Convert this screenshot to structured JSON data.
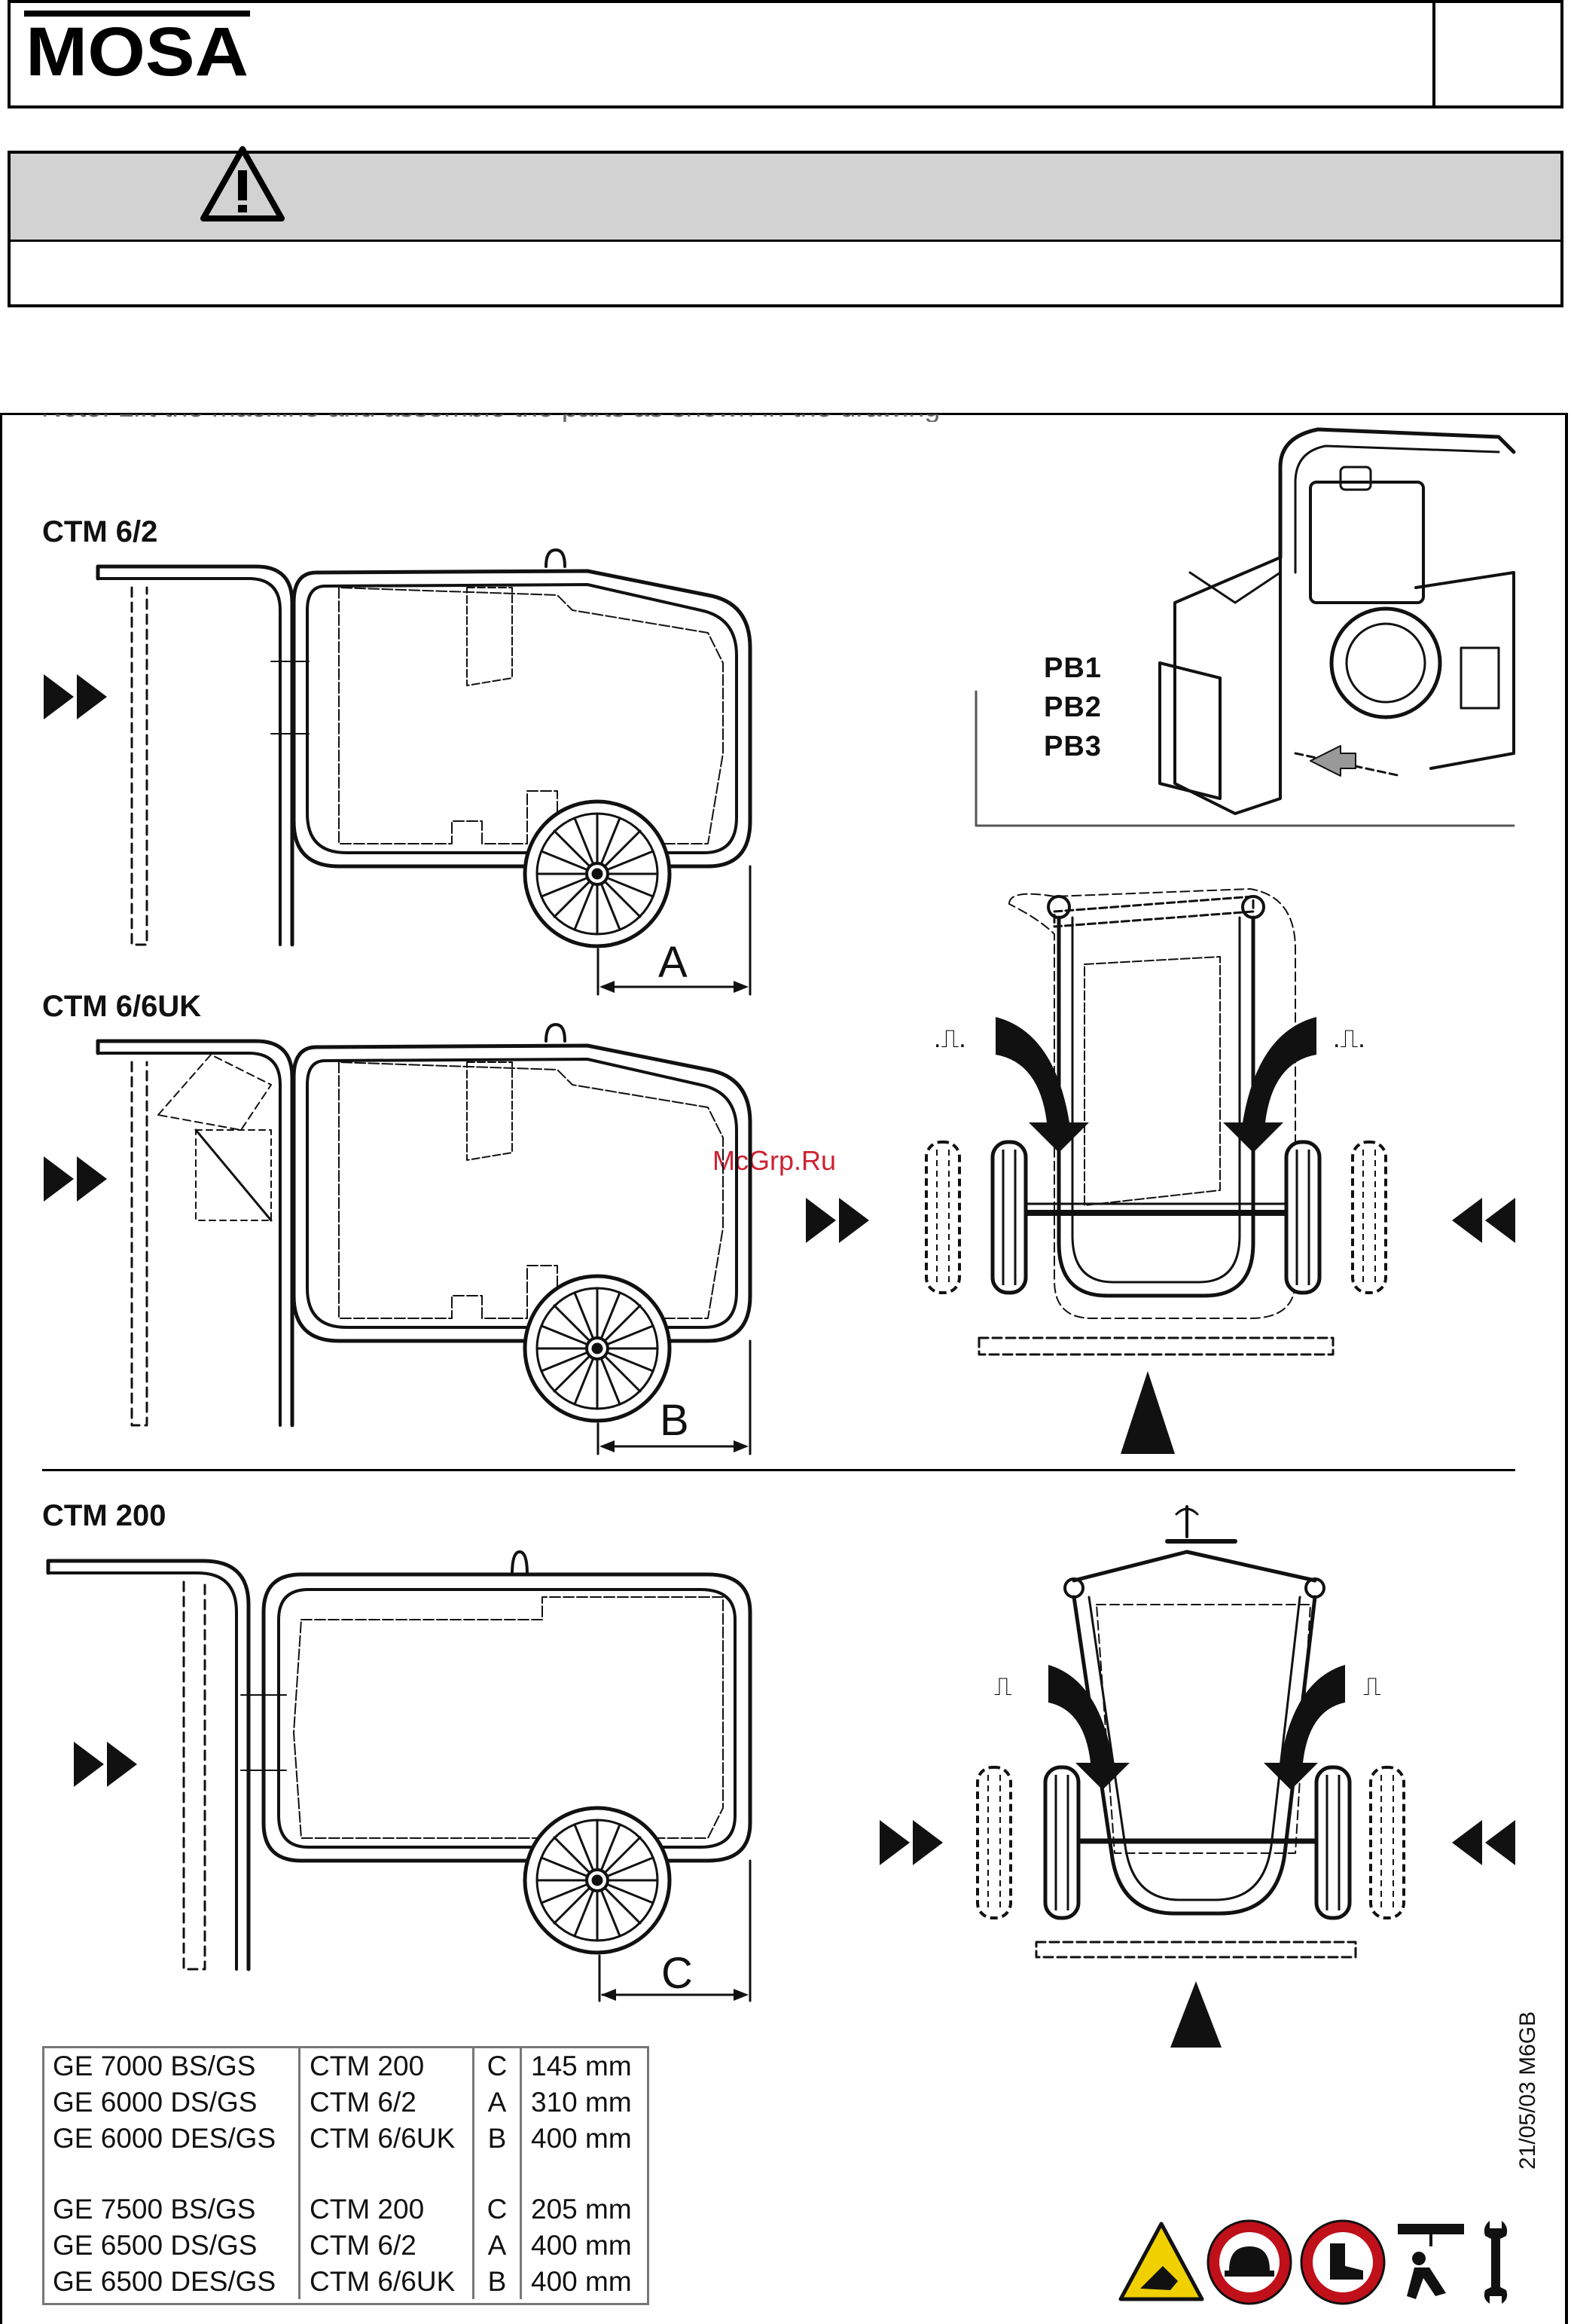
{
  "header": {
    "logo_text": "MOSA"
  },
  "warning": {
    "icon": "warning-triangle-icon"
  },
  "content": {
    "note_cut": "Note: Lift the machine and assemble the parts as shown in the drawing",
    "models": {
      "m1": "CTM 6/2",
      "m2": "CTM 6/6UK",
      "m3": "CTM 200"
    },
    "pb_labels": [
      "PB1",
      "PB2",
      "PB3"
    ],
    "dims": {
      "a": "A",
      "b": "B",
      "c": "C"
    },
    "watermark": "McGrp.Ru"
  },
  "spec_table": {
    "rows": [
      [
        "GE 7000 BS/GS",
        "CTM 200",
        "C",
        "145 mm"
      ],
      [
        "GE 6000 DS/GS",
        "CTM 6/2",
        "A",
        "310 mm"
      ],
      [
        "GE 6000 DES/GS",
        "CTM 6/6UK",
        "B",
        "400 mm"
      ],
      [
        "GE 7500 BS/GS",
        "CTM 200",
        "C",
        "205 mm"
      ],
      [
        "GE 6500 DS/GS",
        "CTM 6/2",
        "A",
        "400 mm"
      ],
      [
        "GE 6500 DES/GS",
        "CTM 6/6UK",
        "B",
        "400 mm"
      ]
    ]
  },
  "footer": {
    "doc_code": "21/05/03 M6GB",
    "icons": [
      "crush-hazard-icon",
      "wear-helmet-icon",
      "wear-safety-boots-icon",
      "lifting-icon",
      "wrench-icon"
    ]
  }
}
